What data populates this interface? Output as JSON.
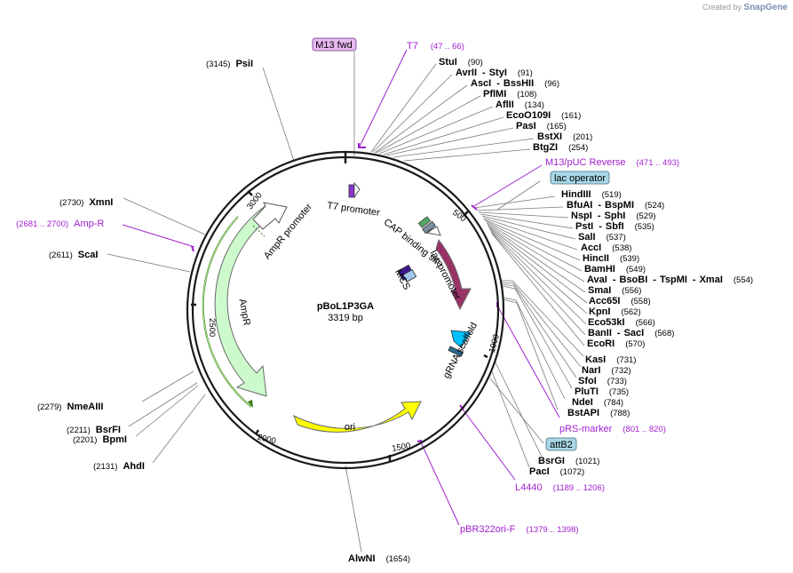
{
  "credit": {
    "prefix": "Created by",
    "brand": "SnapGene"
  },
  "plasmid": {
    "name": "pBoL1P3GA",
    "length_label": "3319 bp"
  },
  "ticks": [
    "3000",
    "500",
    "1000",
    "2500",
    "2000",
    "1500"
  ],
  "features": {
    "t7_promoter": "T7 promoter",
    "cap_site": "CAP binding site",
    "lac_promoter": "lac promoter",
    "laczalpha": "lacZα",
    "mcs": "MCS",
    "grna": "gRNA scaffold",
    "ampr_promoter": "AmpR promoter",
    "ampr": "AmpR",
    "ori": "ori"
  },
  "boxes": {
    "m13fwd": "M13 fwd",
    "lacop": "lac operator",
    "attb2": "attB2"
  },
  "primers": {
    "t7": {
      "name": "T7",
      "range": "(47 .. 66)"
    },
    "m13puc": {
      "name": "M13/pUC Reverse",
      "range": "(471 .. 493)"
    },
    "prs": {
      "name": "pRS-marker",
      "range": "(801 .. 820)"
    },
    "l4440": {
      "name": "L4440",
      "range": "(1189 .. 1206)"
    },
    "pbr": {
      "name": "pBR322ori-F",
      "range": "(1379 .. 1398)"
    },
    "ampr": {
      "name": "Amp-R",
      "range": "(2681 .. 2700)"
    }
  },
  "sites": {
    "psii": {
      "name": "PsiI",
      "pos": "(3145)"
    },
    "stui": {
      "name": "StuI",
      "pos": "(90)"
    },
    "avrii": {
      "name": "AvrII",
      "sep": "-",
      "name2": "StyI",
      "pos": "(91)"
    },
    "asci": {
      "name": "AscI",
      "sep": "-",
      "name2": "BssHII",
      "pos": "(96)"
    },
    "pflmi": {
      "name": "PflMI",
      "pos": "(108)"
    },
    "aflii": {
      "name": "AflII",
      "pos": "(134)"
    },
    "eco109": {
      "name": "EcoO109I",
      "pos": "(161)"
    },
    "pasi": {
      "name": "PasI",
      "pos": "(165)"
    },
    "bstxi": {
      "name": "BstXI",
      "pos": "(201)"
    },
    "btgzi": {
      "name": "BtgZI",
      "pos": "(254)"
    },
    "hindiii": {
      "name": "HindIII",
      "pos": "(519)"
    },
    "bfuai": {
      "name": "BfuAI",
      "sep": "-",
      "name2": "BspMI",
      "pos": "(524)"
    },
    "nspi": {
      "name": "NspI",
      "sep": "-",
      "name2": "SphI",
      "pos": "(529)"
    },
    "psti": {
      "name": "PstI",
      "sep": "-",
      "name2": "SbfI",
      "pos": "(535)"
    },
    "sali": {
      "name": "SalI",
      "pos": "(537)"
    },
    "acci": {
      "name": "AccI",
      "pos": "(538)"
    },
    "hincii": {
      "name": "HincII",
      "pos": "(539)"
    },
    "bamhi": {
      "name": "BamHI",
      "pos": "(549)"
    },
    "avai": {
      "name": "AvaI",
      "sep": "-",
      "name2": "BsoBI",
      "sep2": "-",
      "name3": "TspMI",
      "sep3": "-",
      "name4": "XmaI",
      "pos": "(554)"
    },
    "smai": {
      "name": "SmaI",
      "pos": "(556)"
    },
    "acc65i": {
      "name": "Acc65I",
      "pos": "(558)"
    },
    "kpni": {
      "name": "KpnI",
      "pos": "(562)"
    },
    "eco53ki": {
      "name": "Eco53kI",
      "pos": "(566)"
    },
    "banii": {
      "name": "BanII",
      "sep": "-",
      "name2": "SacI",
      "pos": "(568)"
    },
    "ecori": {
      "name": "EcoRI",
      "pos": "(570)"
    },
    "kasi": {
      "name": "KasI",
      "pos": "(731)"
    },
    "nari": {
      "name": "NarI",
      "pos": "(732)"
    },
    "sfoi": {
      "name": "SfoI",
      "pos": "(733)"
    },
    "pluti": {
      "name": "PluTI",
      "pos": "(735)"
    },
    "ndei": {
      "name": "NdeI",
      "pos": "(784)"
    },
    "bstapi": {
      "name": "BstAPI",
      "pos": "(788)"
    },
    "bsrgi": {
      "name": "BsrGI",
      "pos": "(1021)"
    },
    "paci": {
      "name": "PacI",
      "pos": "(1072)"
    },
    "alwni": {
      "name": "AlwNI",
      "pos": "(1654)"
    },
    "ahdi": {
      "name": "AhdI",
      "pos": "(2131)"
    },
    "bpmi": {
      "name": "BpmI",
      "pos": "(2201)"
    },
    "bsrfi": {
      "name": "BsrFI",
      "pos": "(2211)"
    },
    "nmeaiii": {
      "name": "NmeAIII",
      "pos": "(2279)"
    },
    "scai": {
      "name": "ScaI",
      "pos": "(2611)"
    },
    "xmni": {
      "name": "XmnI",
      "pos": "(2730)"
    }
  }
}
